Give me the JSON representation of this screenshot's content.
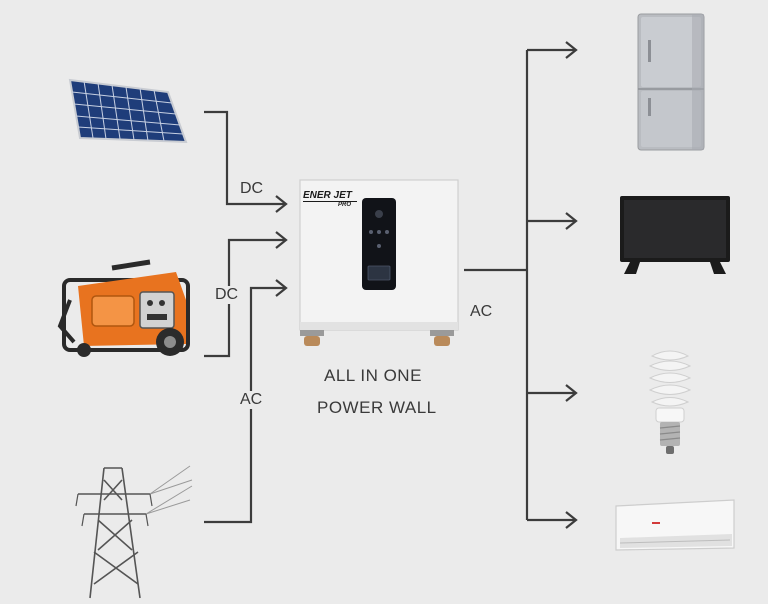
{
  "product": {
    "brand_line1": "ENER JET",
    "brand_line2": "PRO",
    "title_line1": "ALL IN ONE",
    "title_line2": "POWER WALL"
  },
  "connections": {
    "solar_label": "DC",
    "generator_label": "DC",
    "grid_label": "AC",
    "output_label": "AC"
  },
  "colors": {
    "line": "#3c3c3c",
    "background": "#ebebeb",
    "generator_orange": "#e8731f",
    "cabinet": "#f3f3f3"
  },
  "inputs": [
    "solar-panel-icon",
    "generator-icon",
    "power-pylon-icon"
  ],
  "outputs": [
    "refrigerator-icon",
    "television-icon",
    "light-bulb-icon",
    "air-conditioner-icon"
  ]
}
